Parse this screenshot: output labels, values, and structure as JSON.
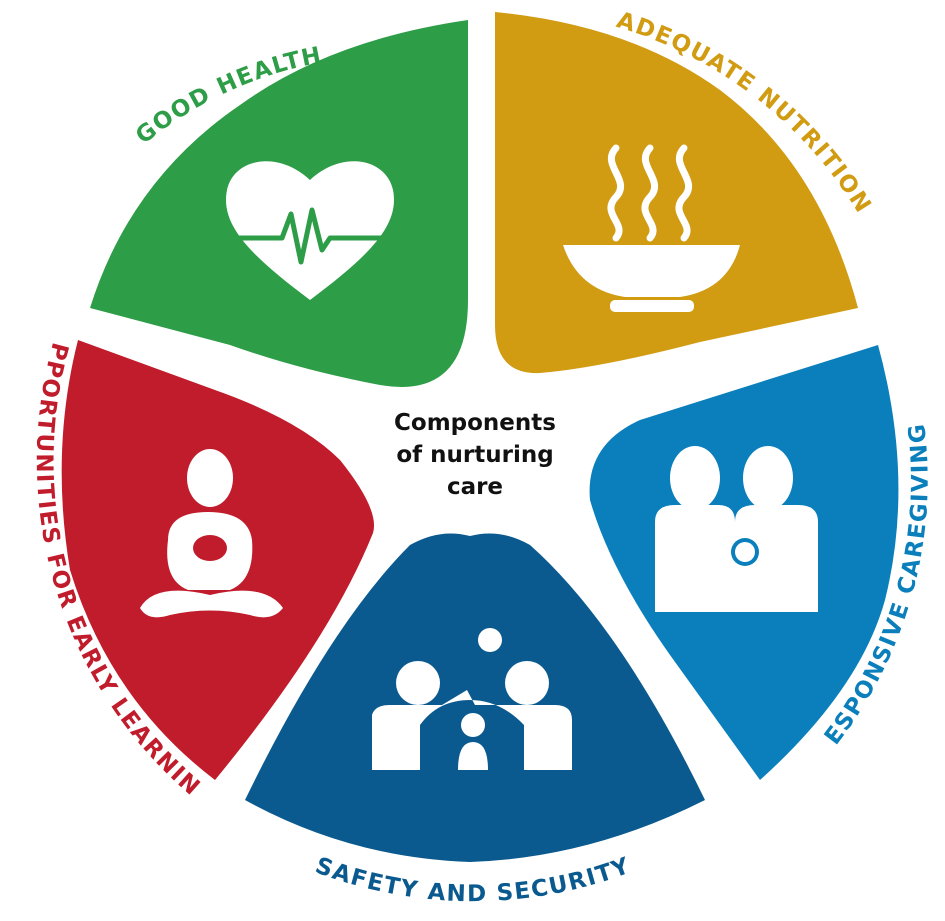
{
  "diagram": {
    "center_title_lines": [
      "Components",
      "of nurturing",
      "care"
    ],
    "segments": [
      {
        "label": "GOOD HEALTH",
        "color": "#2e9d47",
        "icon": "heart-pulse-icon"
      },
      {
        "label": "ADEQUATE NUTRITION",
        "color": "#d19b12",
        "icon": "soup-bowl-icon"
      },
      {
        "label": "RESPONSIVE CAREGIVING",
        "color": "#0a7fbc",
        "icon": "parents-with-baby-icon"
      },
      {
        "label": "SAFETY AND SECURITY",
        "color": "#0b5a8f",
        "icon": "family-shelter-icon"
      },
      {
        "label": "OPPORTUNITIES FOR EARLY LEARNING",
        "color": "#c11c2c",
        "icon": "child-learning-icon"
      }
    ]
  }
}
